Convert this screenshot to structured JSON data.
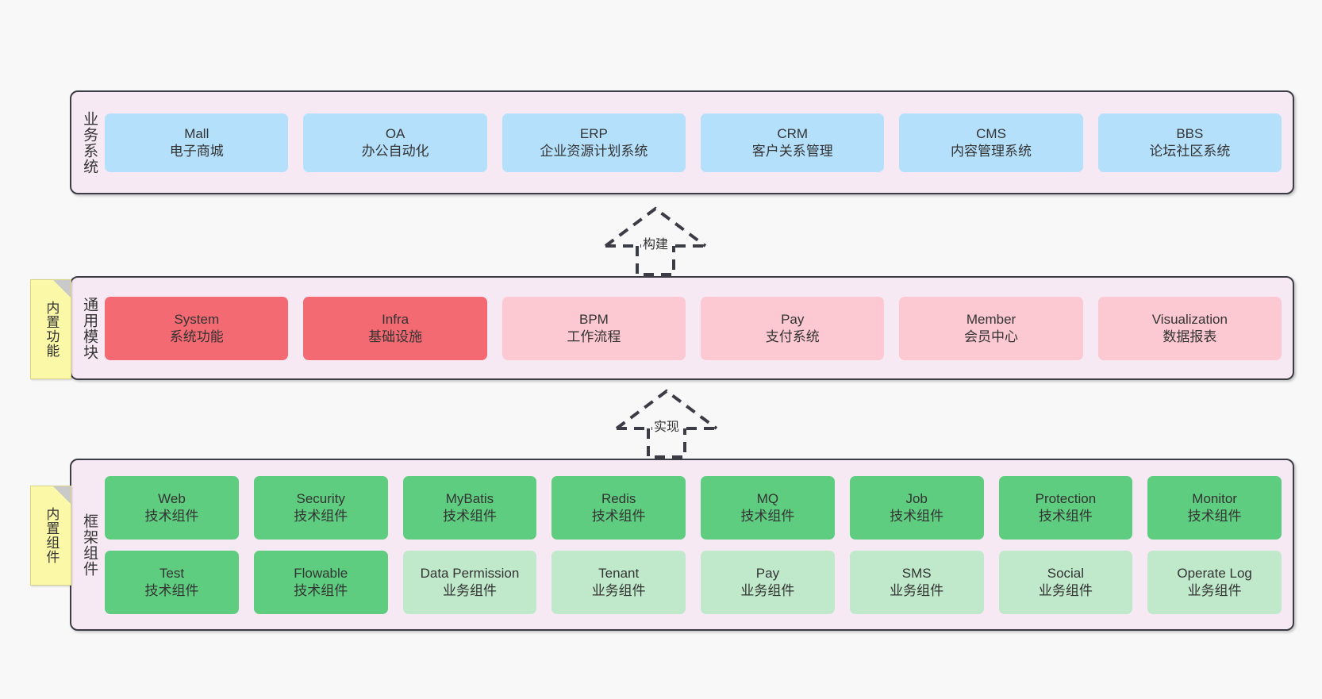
{
  "layers": [
    {
      "id": "business",
      "title": "业务系统",
      "rows": [
        {
          "style": "c-blue",
          "cards": [
            {
              "name": "Mall",
              "desc": "电子商城"
            },
            {
              "name": "OA",
              "desc": "办公自动化"
            },
            {
              "name": "ERP",
              "desc": "企业资源计划系统"
            },
            {
              "name": "CRM",
              "desc": "客户关系管理"
            },
            {
              "name": "CMS",
              "desc": "内容管理系统"
            },
            {
              "name": "BBS",
              "desc": "论坛社区系统"
            }
          ]
        }
      ]
    },
    {
      "id": "modules",
      "title": "通用模块",
      "sticky": "内置功能",
      "rows": [
        {
          "cards": [
            {
              "name": "System",
              "desc": "系统功能",
              "style": "c-red"
            },
            {
              "name": "Infra",
              "desc": "基础设施",
              "style": "c-red"
            },
            {
              "name": "BPM",
              "desc": "工作流程",
              "style": "c-pink"
            },
            {
              "name": "Pay",
              "desc": "支付系统",
              "style": "c-pink"
            },
            {
              "name": "Member",
              "desc": "会员中心",
              "style": "c-pink"
            },
            {
              "name": "Visualization",
              "desc": "数据报表",
              "style": "c-pink"
            }
          ]
        }
      ]
    },
    {
      "id": "framework",
      "title": "框架组件",
      "sticky": "内置组件",
      "rows": [
        {
          "style": "c-green",
          "cards": [
            {
              "name": "Web",
              "desc": "技术组件"
            },
            {
              "name": "Security",
              "desc": "技术组件"
            },
            {
              "name": "MyBatis",
              "desc": "技术组件"
            },
            {
              "name": "Redis",
              "desc": "技术组件"
            },
            {
              "name": "MQ",
              "desc": "技术组件"
            },
            {
              "name": "Job",
              "desc": "技术组件"
            },
            {
              "name": "Protection",
              "desc": "技术组件"
            },
            {
              "name": "Monitor",
              "desc": "技术组件"
            }
          ]
        },
        {
          "cards": [
            {
              "name": "Test",
              "desc": "技术组件",
              "style": "c-green"
            },
            {
              "name": "Flowable",
              "desc": "技术组件",
              "style": "c-green"
            },
            {
              "name": "Data Permission",
              "desc": "业务组件",
              "style": "c-lightgreen"
            },
            {
              "name": "Tenant",
              "desc": "业务组件",
              "style": "c-lightgreen"
            },
            {
              "name": "Pay",
              "desc": "业务组件",
              "style": "c-lightgreen"
            },
            {
              "name": "SMS",
              "desc": "业务组件",
              "style": "c-lightgreen"
            },
            {
              "name": "Social",
              "desc": "业务组件",
              "style": "c-lightgreen"
            },
            {
              "name": "Operate Log",
              "desc": "业务组件",
              "style": "c-lightgreen"
            }
          ]
        }
      ]
    }
  ],
  "arrows": [
    {
      "id": "build",
      "label": "构建"
    },
    {
      "id": "implement",
      "label": "实现"
    }
  ],
  "colors": {
    "band_background": "#f7e9f3",
    "band_border": "#3c3c46",
    "blue": "#b5e0fb",
    "red": "#f46a72",
    "pink": "#fcc9d2",
    "green": "#5fcd80",
    "light_green": "#c0e9cb",
    "sticky_yellow": "#fbf8a8",
    "page_background": "#f8f8f8",
    "text": "#333333"
  }
}
